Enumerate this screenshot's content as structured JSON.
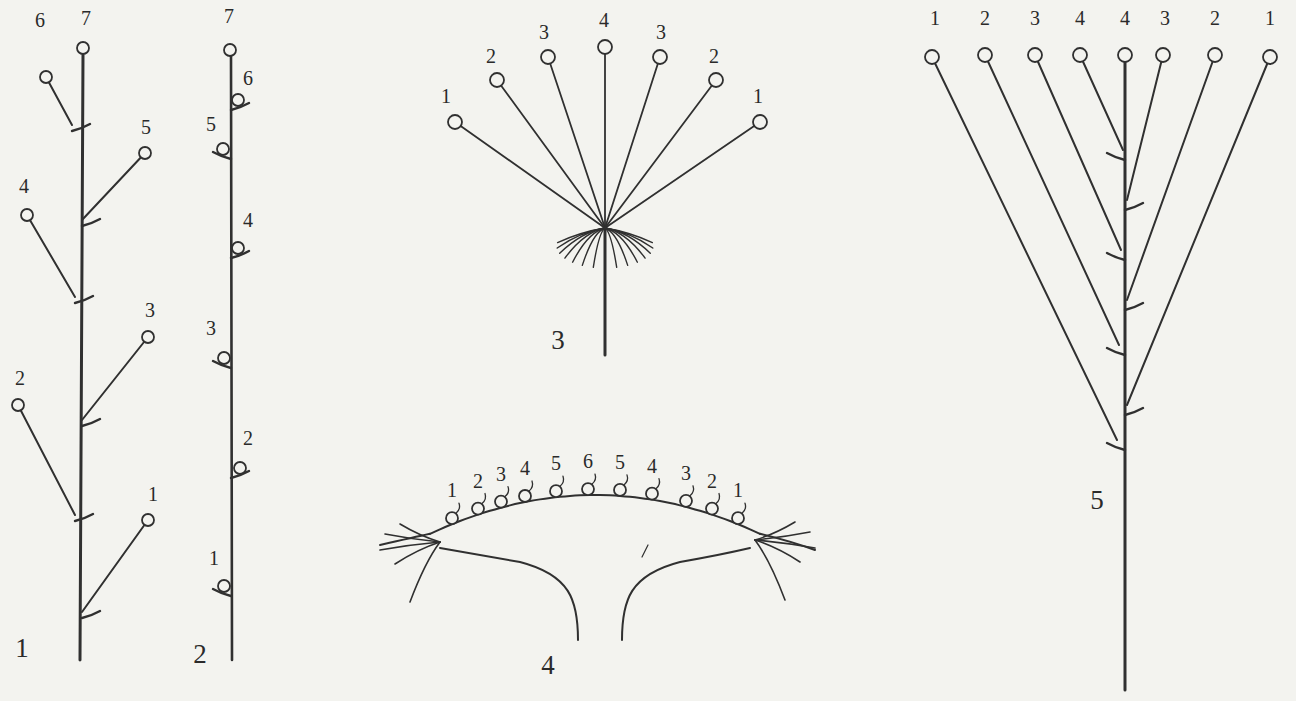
{
  "diagram": {
    "labels": [
      "6",
      "7",
      "5",
      "4",
      "3",
      "2",
      "1",
      "1",
      "7",
      "6",
      "5",
      "4",
      "3",
      "2",
      "1",
      "2",
      "1",
      "2",
      "3",
      "4",
      "3",
      "2",
      "1",
      "3",
      "1",
      "2",
      "3",
      "4",
      "5",
      "6",
      "5",
      "4",
      "3",
      "2",
      "1",
      "4",
      "1",
      "2",
      "3",
      "4",
      "4",
      "3",
      "2",
      "1",
      "5"
    ]
  }
}
